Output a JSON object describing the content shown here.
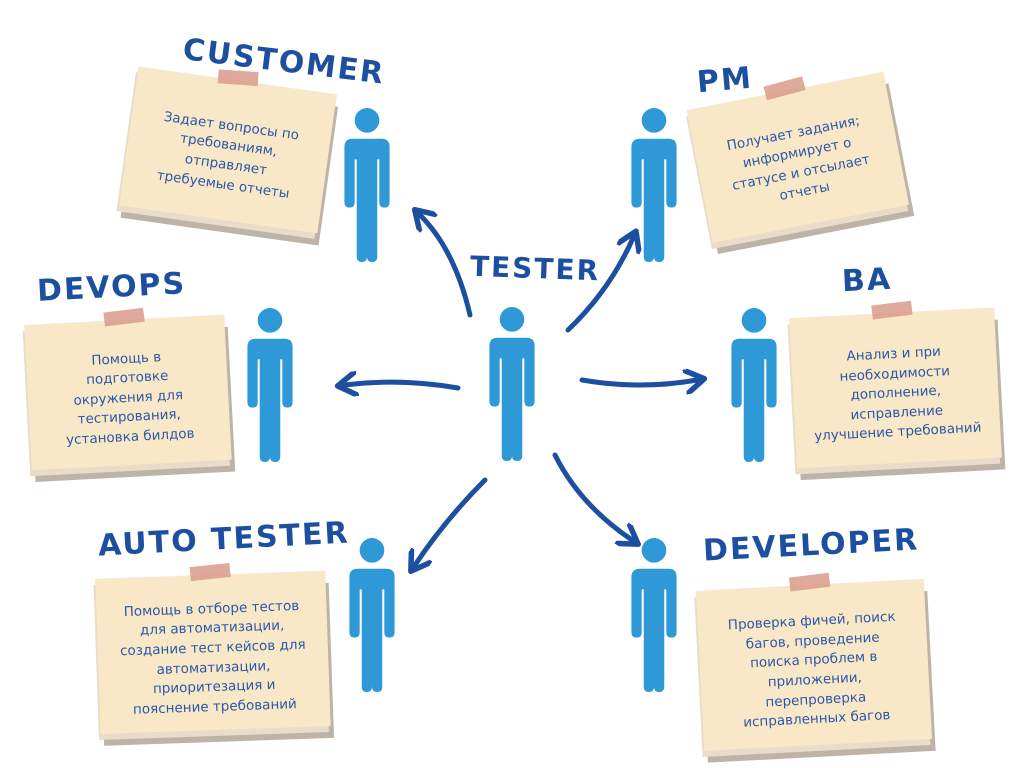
{
  "center_label": "TESTER",
  "colors": {
    "person": "#2f98d6",
    "arrow": "#1d4fa0",
    "text": "#2a58a8",
    "title": "#1d4fa0",
    "note": "#f9e8c8"
  },
  "icons": {
    "person": "person-icon",
    "arrow": "curved-arrow-icon"
  },
  "roles": {
    "customer": {
      "title": "CUSTOMER",
      "description": "Задает вопросы по\nтребованиям,\nотправляет\nтребуемые отчеты"
    },
    "pm": {
      "title": "PM",
      "description": "Получает задания;\nинформирует о\nстатусе и отсылает\nотчеты"
    },
    "devops": {
      "title": "DEVOPS",
      "description": "Помощь в\nподготовке\nокружения для\nтестирования,\nустановка билдов"
    },
    "ba": {
      "title": "BA",
      "description": "Анализ и при\nнеобходимости\nдополнение,\nисправление\nулучшение требований"
    },
    "auto_tester": {
      "title": "AUTO TESTER",
      "description": "Помощь в отборе тестов\nдля автоматизации,\nсоздание тест кейсов для\nавтоматизации,\nприоритезация и\nпояснение требований"
    },
    "developer": {
      "title": "DEVELOPER",
      "description": "Проверка фичей, поиск\nбагов, проведение\nпоиска проблем в\nприложении,\nперепроверка\nисправленных багов"
    }
  }
}
